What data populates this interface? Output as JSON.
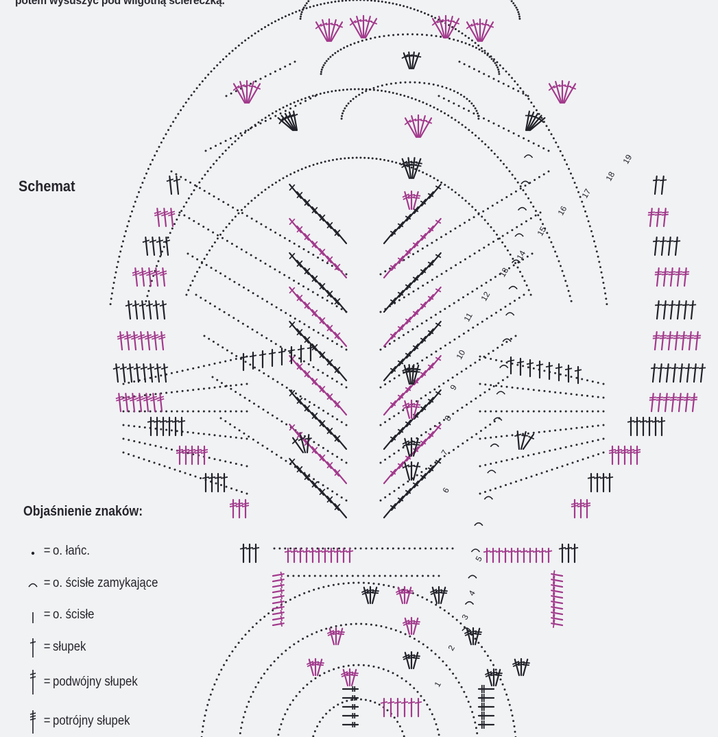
{
  "page": {
    "top_text": "potem wysuszyć pod wilgotną ściereczką.",
    "title": "Schemat"
  },
  "legend": {
    "title": "Objaśnienie znaków:",
    "items": [
      {
        "symbol": "chain-dot",
        "eq": "=",
        "label": "o. łańc."
      },
      {
        "symbol": "slip-stitch-arc",
        "eq": "=",
        "label": "o. ścisłe zamykające"
      },
      {
        "symbol": "single-crochet-bar",
        "eq": "=",
        "label": "o. ścisłe"
      },
      {
        "symbol": "double-crochet",
        "eq": "=",
        "label": "słupek"
      },
      {
        "symbol": "treble-crochet",
        "eq": "=",
        "label": "podwójny słupek"
      },
      {
        "symbol": "double-treble-crochet",
        "eq": "=",
        "label": "potrójny słupek"
      }
    ]
  },
  "diagram": {
    "round_numbers": [
      "1",
      "2",
      "3",
      "4",
      "5",
      "6",
      "7",
      "8",
      "9",
      "10",
      "11",
      "12",
      "13",
      "14",
      "15",
      "16",
      "17",
      "18",
      "19"
    ],
    "colors": {
      "ink": "#22222a",
      "accent": "#a23a8c",
      "dots": "#2a2a30",
      "background": "#f1f2f4"
    }
  }
}
